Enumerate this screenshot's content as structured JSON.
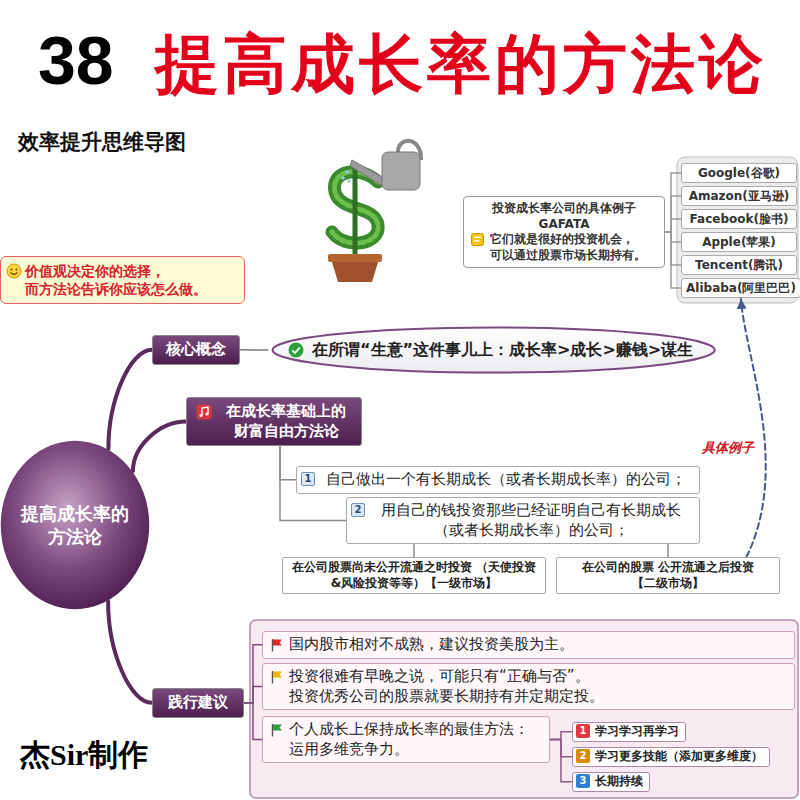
{
  "diagram": {
    "title": "提高成长率的方法论",
    "nodes": [
      {
        "text": [
          "价值观决定你的选择， 而方法论告诉你应该怎么做。"
        ]
      },
      {
        "text": [
          "投资成长率公司的具体例子 GAFATA",
          "它们就是很好的投资机会， 可以通过股票市场长期持有。"
        ]
      },
      {
        "text": [
          "Google(谷歌)"
        ]
      },
      {
        "text": [
          "Amazon(亚马逊)"
        ]
      },
      {
        "text": [
          "Facebook(脸书)"
        ]
      },
      {
        "text": [
          "Apple(苹果)"
        ]
      },
      {
        "text": [
          "Tencent(腾讯)"
        ]
      },
      {
        "text": [
          "Alibaba(阿里巴巴)"
        ]
      },
      {
        "text": [
          "提高成长率的 方法论"
        ]
      },
      {
        "text": [
          "核心概念"
        ]
      },
      {
        "text": [
          "在所谓“生意”这件事儿上：成长率>成长>赚钱>谋生"
        ]
      },
      {
        "text": [
          "在成长率基础上的 财富自由方法论"
        ]
      },
      {
        "text": [
          "自己做出一个有长期成长（或者长期成长率）的公司；"
        ]
      },
      {
        "text": [
          "用自己的钱投资那些已经证明自己有长期成长 （或者长期成长率）的公司；"
        ]
      },
      {
        "text": [
          "在公司股票尚未公开流通之时投资 （天使投资&风险投资等等）【一级市场】"
        ]
      },
      {
        "text": [
          "在公司的股票 公开流通之后投资 【二级市场】"
        ]
      },
      {
        "text": [
          "践行建议"
        ]
      },
      {
        "text": [
          "国内股市相对不成熟，建议投资美股为主。"
        ]
      },
      {
        "text": [
          "投资很难有早晚之说，可能只有“正确与否”。 投资优秀公司的股票就要长期持有并定期定投。"
        ]
      },
      {
        "text": [
          "个人成长上保持成长率的最佳方法： 运用多维竞争力。"
        ]
      },
      {
        "text": [
          "学习学习再学习"
        ]
      },
      {
        "text": [
          "学习更多技能（添加更多维度）"
        ]
      },
      {
        "text": [
          "长期持续"
        ]
      }
    ],
    "edges": [
      {
        "from": 1,
        "to": 2,
        "arrow": "none"
      },
      {
        "from": 1,
        "to": 3,
        "arrow": "none"
      },
      {
        "from": 1,
        "to": 4,
        "arrow": "none"
      },
      {
        "from": 1,
        "to": 5,
        "arrow": "none"
      },
      {
        "from": 1,
        "to": 6,
        "arrow": "none"
      },
      {
        "from": 1,
        "to": 7,
        "arrow": "none"
      },
      {
        "from": 8,
        "to": 9,
        "arrow": "none"
      },
      {
        "from": 9,
        "to": 10,
        "arrow": "none"
      },
      {
        "from": 8,
        "to": 11,
        "arrow": "none"
      },
      {
        "from": 11,
        "to": 12,
        "arrow": "none"
      },
      {
        "from": 11,
        "to": 13,
        "arrow": "none"
      },
      {
        "from": 13,
        "to": 14,
        "arrow": "none"
      },
      {
        "from": 13,
        "to": 15,
        "arrow": "none"
      },
      {
        "from": 15,
        "to": 7,
        "label": "具体例子",
        "arrow": "to"
      },
      {
        "from": 8,
        "to": 16,
        "arrow": "none"
      },
      {
        "from": 16,
        "to": 17,
        "arrow": "none"
      },
      {
        "from": 16,
        "to": 18,
        "arrow": "none"
      },
      {
        "from": 16,
        "to": 19,
        "arrow": "none"
      },
      {
        "from": 19,
        "to": 20,
        "arrow": "none"
      },
      {
        "from": 19,
        "to": 21,
        "arrow": "none"
      },
      {
        "from": 19,
        "to": 22,
        "arrow": "none"
      }
    ],
    "labels": [
      "38",
      "效率提升思维导图",
      "1",
      "2",
      "1",
      "2",
      "3",
      "杰Sir制作"
    ]
  }
}
